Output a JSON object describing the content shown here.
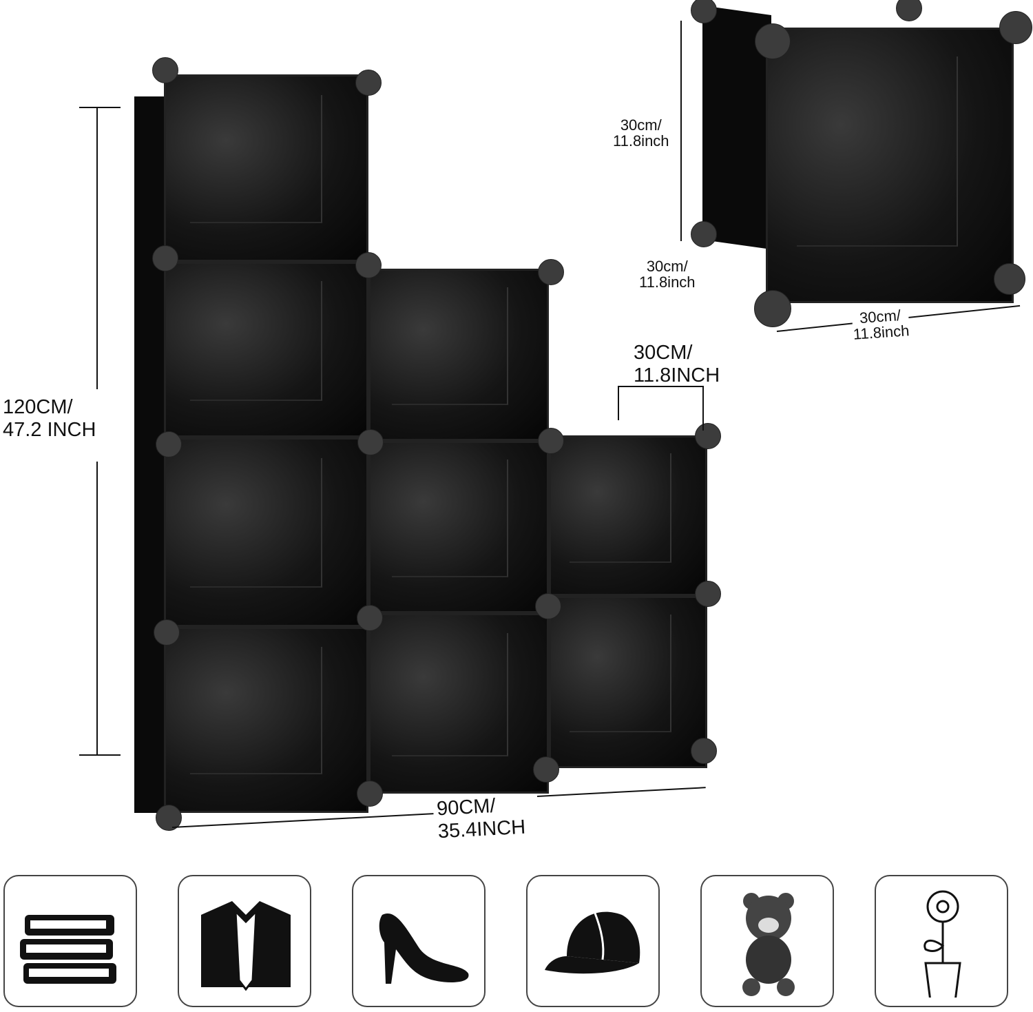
{
  "dimensions": {
    "height_label": [
      "120CM/",
      "47.2 INCH"
    ],
    "width_label": [
      "90CM/",
      "35.4INCH"
    ],
    "cube_width_label": [
      "30CM/",
      "11.8INCH"
    ],
    "single_cube_height": [
      "30cm/",
      "11.8inch"
    ],
    "single_cube_depth": [
      "30cm/",
      "11.8inch"
    ],
    "single_cube_width": [
      "30cm/",
      "11.8inch"
    ]
  },
  "product_color": "#000000",
  "usage_icons": [
    "books-icon",
    "shirt-tie-icon",
    "high-heel-icon",
    "cap-icon",
    "teddy-bear-icon",
    "flower-pot-icon"
  ]
}
